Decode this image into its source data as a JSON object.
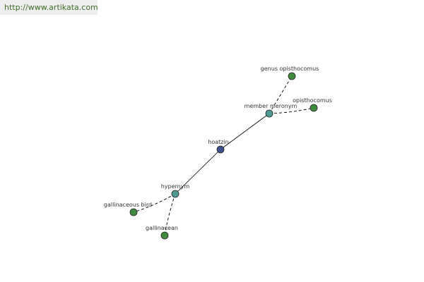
{
  "watermark": "http://www.artikata.com",
  "colors": {
    "root": "#3f4f8f",
    "relation": "#4f9a94",
    "leaf": "#3f8a3f"
  },
  "nodes": {
    "hoatzin": {
      "label": "hoatzin",
      "kind": "root"
    },
    "hypernym": {
      "label": "hypernym",
      "kind": "relation"
    },
    "member_meronym": {
      "label": "member meronym",
      "kind": "relation"
    },
    "gallinaceous_bird": {
      "label": "gallinaceous bird",
      "kind": "leaf"
    },
    "gallinacean": {
      "label": "gallinacean",
      "kind": "leaf"
    },
    "genus_opisthocomus": {
      "label": "genus opisthocomus",
      "kind": "leaf"
    },
    "opisthocomus": {
      "label": "opisthocomus",
      "kind": "leaf"
    }
  },
  "edges": [
    {
      "from": "hoatzin",
      "to": "member_meronym",
      "style": "solid"
    },
    {
      "from": "hoatzin",
      "to": "hypernym",
      "style": "solid"
    },
    {
      "from": "member_meronym",
      "to": "genus_opisthocomus",
      "style": "dashed"
    },
    {
      "from": "member_meronym",
      "to": "opisthocomus",
      "style": "dashed"
    },
    {
      "from": "hypernym",
      "to": "gallinaceous_bird",
      "style": "dashed"
    },
    {
      "from": "hypernym",
      "to": "gallinacean",
      "style": "dashed"
    }
  ]
}
